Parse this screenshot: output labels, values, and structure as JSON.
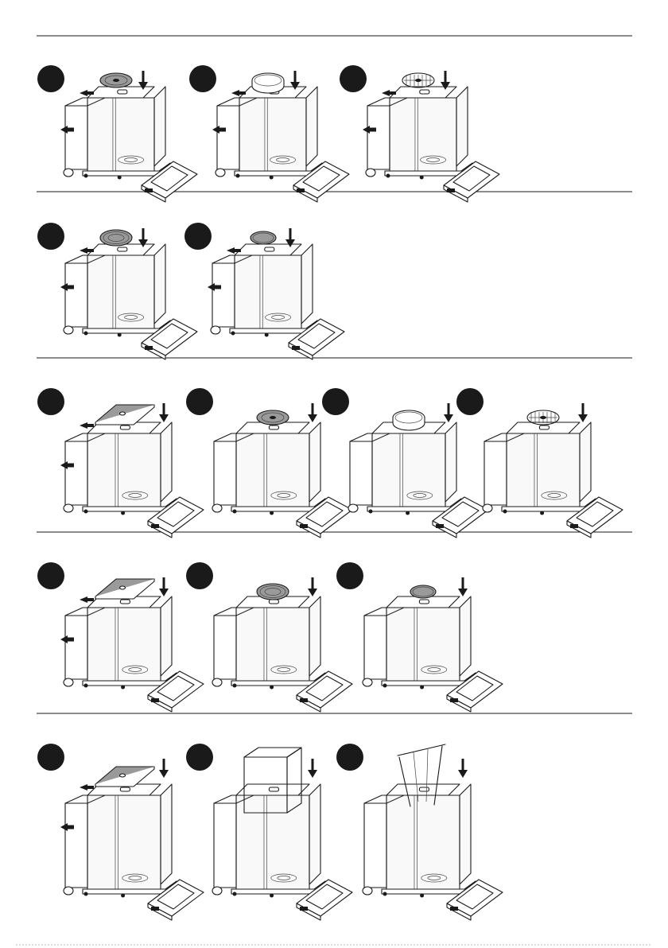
{
  "palette": {
    "ink": "#1a1a1a",
    "paper": "#ffffff",
    "accessory_grey": "#9a9a9a",
    "badge": "#1a1a1a"
  },
  "rows": [
    {
      "steps": [
        {
          "accessory": "flat-pan",
          "variant": "compact",
          "arrows": [
            "insert-top",
            "insert-side"
          ]
        },
        {
          "accessory": "ring",
          "variant": "compact",
          "arrows": [
            "insert-top",
            "insert-side"
          ]
        },
        {
          "accessory": "grid-pan",
          "variant": "compact",
          "arrows": [
            "insert-top",
            "insert-side"
          ]
        }
      ]
    },
    {
      "steps": [
        {
          "accessory": "dish-pan",
          "variant": "compact",
          "arrows": [
            "insert-top",
            "insert-side"
          ]
        },
        {
          "accessory": "cap-pan",
          "variant": "compact",
          "arrows": [
            "insert-top",
            "insert-side"
          ]
        }
      ]
    },
    {
      "steps": [
        {
          "accessory": "floor-plate",
          "variant": "wide",
          "arrows": [
            "insert-top",
            "insert-side"
          ]
        },
        {
          "accessory": "flat-pan",
          "variant": "wide",
          "arrows": []
        },
        {
          "accessory": "ring",
          "variant": "wide",
          "arrows": []
        },
        {
          "accessory": "grid-pan",
          "variant": "wide",
          "arrows": []
        }
      ]
    },
    {
      "steps": [
        {
          "accessory": "floor-plate",
          "variant": "wide",
          "arrows": [
            "insert-top",
            "insert-side"
          ]
        },
        {
          "accessory": "dish-pan",
          "variant": "wide",
          "arrows": []
        },
        {
          "accessory": "cap-pan",
          "variant": "wide",
          "arrows": []
        }
      ]
    },
    {
      "steps": [
        {
          "accessory": "floor-plate",
          "variant": "tall",
          "arrows": [
            "insert-top",
            "insert-side"
          ]
        },
        {
          "accessory": "box-shield",
          "variant": "tall",
          "arrows": []
        },
        {
          "accessory": "frame-holder",
          "variant": "tall",
          "arrows": []
        }
      ]
    }
  ]
}
